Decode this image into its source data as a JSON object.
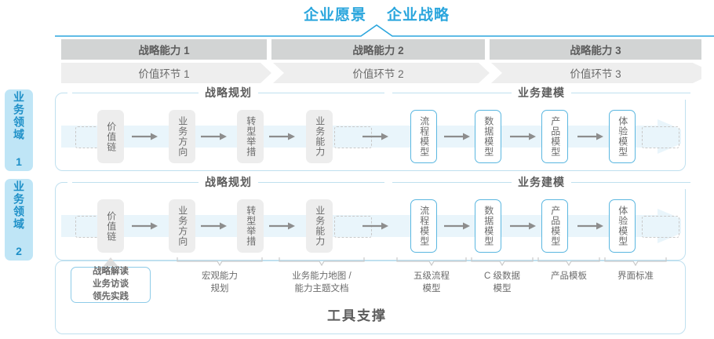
{
  "header": {
    "titles": [
      "企业愿景",
      "企业战略"
    ],
    "accent_color": "#2ba6dd"
  },
  "capabilities": [
    {
      "label": "战略能力 1"
    },
    {
      "label": "战略能力 2"
    },
    {
      "label": "战略能力 3"
    }
  ],
  "value_chain": [
    {
      "label": "价值环节 1"
    },
    {
      "label": "价值环节 2"
    },
    {
      "label": "价值环节 3"
    }
  ],
  "side_tabs": [
    {
      "label": "业务领域 1"
    },
    {
      "label": "业务领域 2"
    }
  ],
  "sections": {
    "left": "战略规划",
    "right": "业务建模"
  },
  "lanes": [
    {
      "left_nodes": [
        "价值链",
        "业务方向",
        "转型举措",
        "业务能力"
      ],
      "right_nodes": [
        "流程模型",
        "数据模型",
        "产品模型",
        "体验模型"
      ]
    },
    {
      "left_nodes": [
        "价值链",
        "业务方向",
        "转型举措",
        "业务能力"
      ],
      "right_nodes": [
        "流程模型",
        "数据模型",
        "产品模型",
        "体验模型"
      ]
    }
  ],
  "tool_support": {
    "title": "工具支撑",
    "highlight_box": "战略解读\n业务访谈\n领先实践",
    "highlight_lines": [
      "战略解读",
      "业务访谈",
      "领先实践"
    ],
    "items": [
      {
        "lines": [
          "宏观能力",
          "规划"
        ]
      },
      {
        "lines": [
          "业务能力地图 /",
          "能力主题文档"
        ]
      },
      {
        "lines": [
          "五级流程",
          "模型"
        ]
      },
      {
        "lines": [
          "C 级数据",
          "模型"
        ]
      },
      {
        "lines": [
          "产品模板"
        ]
      },
      {
        "lines": [
          "界面标准"
        ]
      }
    ]
  },
  "colors": {
    "accent": "#2ba6dd",
    "node_blue_border": "#5bb7e0",
    "band": "#e9f5fb",
    "cap_bar": "#d2d4d4",
    "vc_bar": "#eeeeee",
    "tab_bg": "#bfe5f6"
  }
}
